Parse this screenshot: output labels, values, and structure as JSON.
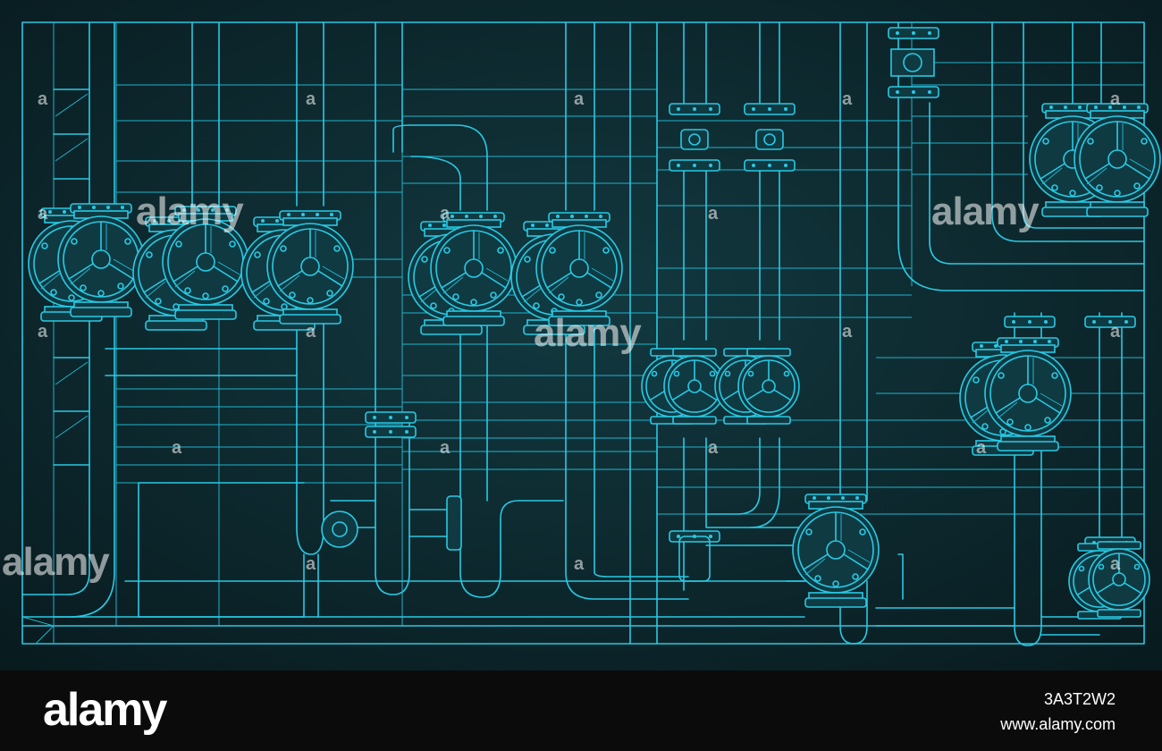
{
  "image": {
    "background": "#0e2a30",
    "line_color": "#29c9e4",
    "subject": "pipe-valve-blueprint"
  },
  "watermark": {
    "text": "alamy",
    "mark": "a"
  },
  "footer": {
    "logo": "alamy",
    "image_id": "3A3T2W2",
    "url": "www.alamy.com"
  }
}
